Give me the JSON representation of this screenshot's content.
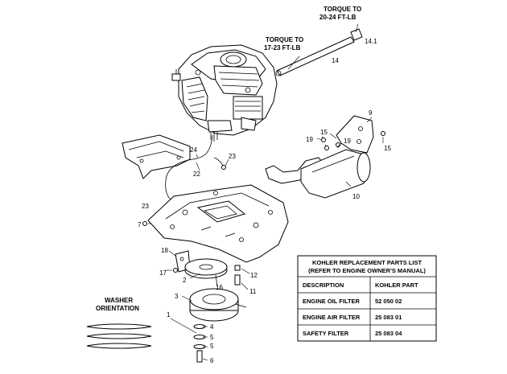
{
  "callouts": {
    "torque_top": "TORQUE TO\n20-24 FT-LB",
    "torque_mid": "TORQUE TO\n17-23 FT-LB",
    "washer_orientation": "WASHER\nORIENTATION"
  },
  "part_numbers": {
    "p14_1": "14.1",
    "p14": "14",
    "p9": "9",
    "p15a": "15",
    "p15b": "15",
    "p19a": "19",
    "p19b": "19",
    "p24": "24",
    "p23a": "23",
    "p22": "22",
    "p10": "10",
    "p23b": "23",
    "p7": "7",
    "p18": "18",
    "p17": "17",
    "p2": "2",
    "p16": "16",
    "p12": "12",
    "p11": "11",
    "p3": "3",
    "p4": "4",
    "p5a": "5",
    "p5b": "5",
    "p1": "1",
    "p6": "6"
  },
  "parts_table": {
    "title_line1": "KOHLER REPLACEMENT PARTS LIST",
    "title_line2": "(REFER TO ENGINE OWNER'S MANUAL)",
    "headers": [
      "DESCRIPTION",
      "KOHLER PART"
    ],
    "rows": [
      [
        "ENGINE OIL FILTER",
        "52 050 02"
      ],
      [
        "ENGINE AIR FILTER",
        "25 083 01"
      ],
      [
        "SAFETY FILTER",
        "25 083 04"
      ]
    ]
  }
}
